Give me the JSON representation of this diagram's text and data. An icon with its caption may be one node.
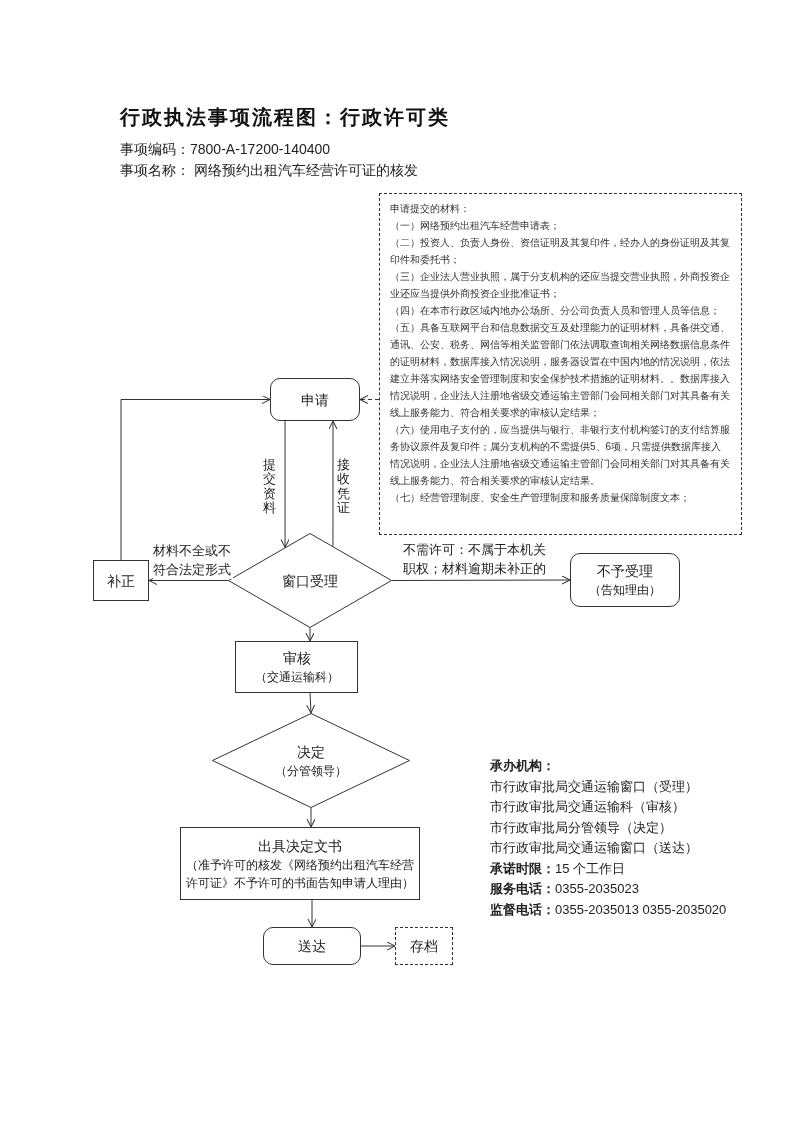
{
  "diagram": {
    "title": "行政执法事项流程图：行政许可类",
    "nodes": [
      {
        "text": [
          "申请"
        ]
      },
      {
        "text": [
          "申请提交的材料：",
          "（一）网络预约出租汽车经营申请表；",
          "（二）投资人、负责人身份、资信证明及其复印件，经办人的身份证明及其复印件和委托书；",
          "（三）企业法人营业执照，属于分支机构的还应当提交营业执照，外商投资企业还应当提供外商投资企业批准证书；",
          "（四）在本市行政区域内地办公场所、分公司负责人员和管理人员等信息；",
          "（五）具备互联网平台和信息数据交互及处理能力的证明材料，具备供交通、通讯、公安、税务、网信等相关监管部门依法调取查询相关网络数据信息条件的证明材料，数据库接入情况说明，服务器设置在中国内地的情况说明，依法建立并落实网络安全管理制度和安全保护技术措施的证明材料。。数据库接入情况说明，企业法人注册地省级交通运输主管部门会同相关部门对其具备有关线上服务能力、符合相关要求的审核认定结果；",
          "（六）使用电子支付的，应当提供与银行、非银行支付机构签订的支付结算服务协议原件及复印件；属分支机构的不需提供5、6项，只需提供数据库接入情况说明，企业法人注册地省级交通运输主管部门会同相关部门对其具备有关线上服务能力、符合相关要求的审核认定结果。",
          "（七）经营管理制度、安全生产管理制度和服务质量保障制度文本；"
        ]
      },
      {
        "text": [
          "窗口受理"
        ]
      },
      {
        "text": [
          "补正"
        ]
      },
      {
        "text": [
          "不予受理",
          "（告知理由）"
        ]
      },
      {
        "text": [
          "审核",
          "（交通运输科）"
        ]
      },
      {
        "text": [
          "决定",
          "（分管领导）"
        ]
      },
      {
        "text": [
          "出具决定文书",
          "（准予许可的核发《网络预约出租汽车经营许可证》不予许可的书面告知申请人理由）"
        ]
      },
      {
        "text": [
          "送达"
        ]
      },
      {
        "text": [
          "存档"
        ]
      }
    ],
    "edges": [
      {
        "from": 0,
        "to": 2,
        "arrow": "to",
        "label": "提交资料"
      },
      {
        "from": 2,
        "to": 0,
        "arrow": "to",
        "label": "接收凭证"
      },
      {
        "from": 1,
        "to": 0,
        "arrow": "to",
        "style": "dashed"
      },
      {
        "from": 2,
        "to": 3,
        "arrow": "to",
        "label": "材料不全或不符合法定形式"
      },
      {
        "from": 3,
        "to": 0,
        "arrow": "to"
      },
      {
        "from": 2,
        "to": 4,
        "arrow": "to",
        "label": "不需许可：不属于本机关职权；材料逾期未补正的"
      },
      {
        "from": 2,
        "to": 5,
        "arrow": "to"
      },
      {
        "from": 5,
        "to": 6,
        "arrow": "to"
      },
      {
        "from": 6,
        "to": 7,
        "arrow": "to"
      },
      {
        "from": 7,
        "to": 8,
        "arrow": "to"
      },
      {
        "from": 8,
        "to": 9,
        "arrow": "to"
      }
    ],
    "labels": [
      "事项编码：7800-A-17200-140400",
      "事项名称： 网络预约出租汽车经营许可证的核发",
      "承办机构：",
      "市行政审批局交通运输窗口（受理）",
      "市行政审批局交通运输科（审核）",
      "市行政审批局分管领导（决定）",
      "市行政审批局交通运输窗口（送达）",
      "**承诺时限：**15 个工作日",
      "**服务电话：**0355-2035023",
      "**监督电话：**0355-2035013 0355-2035020"
    ]
  }
}
